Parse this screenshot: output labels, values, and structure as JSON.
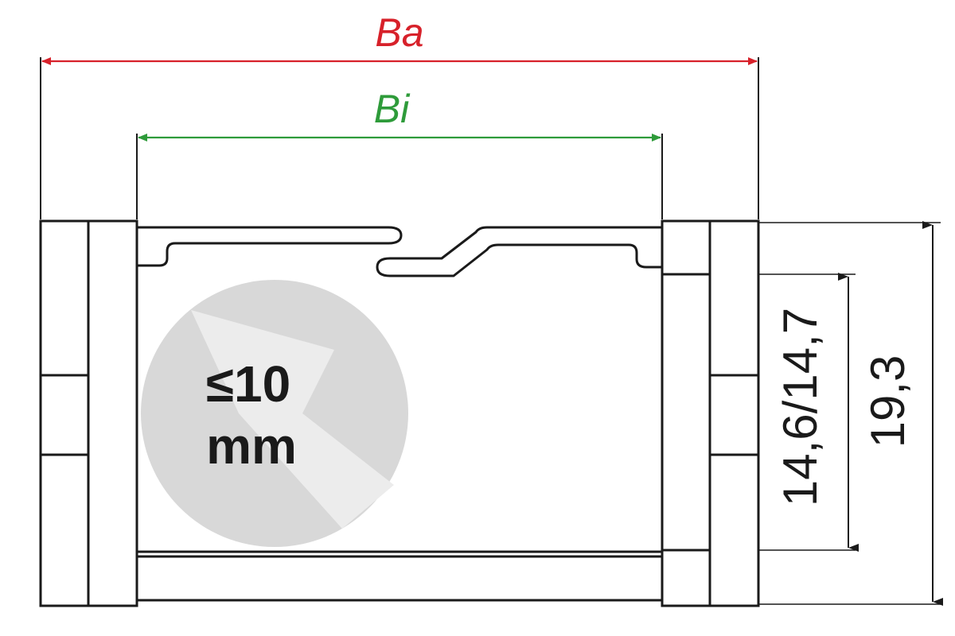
{
  "labels": {
    "outer_width": "Ba",
    "inner_width": "Bi",
    "cable_diameter_line1": "≤10",
    "cable_diameter_line2": "mm",
    "inner_height": "14,6/14,7",
    "outer_height": "19,3"
  },
  "colors": {
    "outer_width": "#d7212a",
    "inner_width": "#2e9b3a",
    "outline": "#1a1a1a",
    "cable_circle": "#d8d8d8",
    "cable_wedge": "#ececec"
  }
}
